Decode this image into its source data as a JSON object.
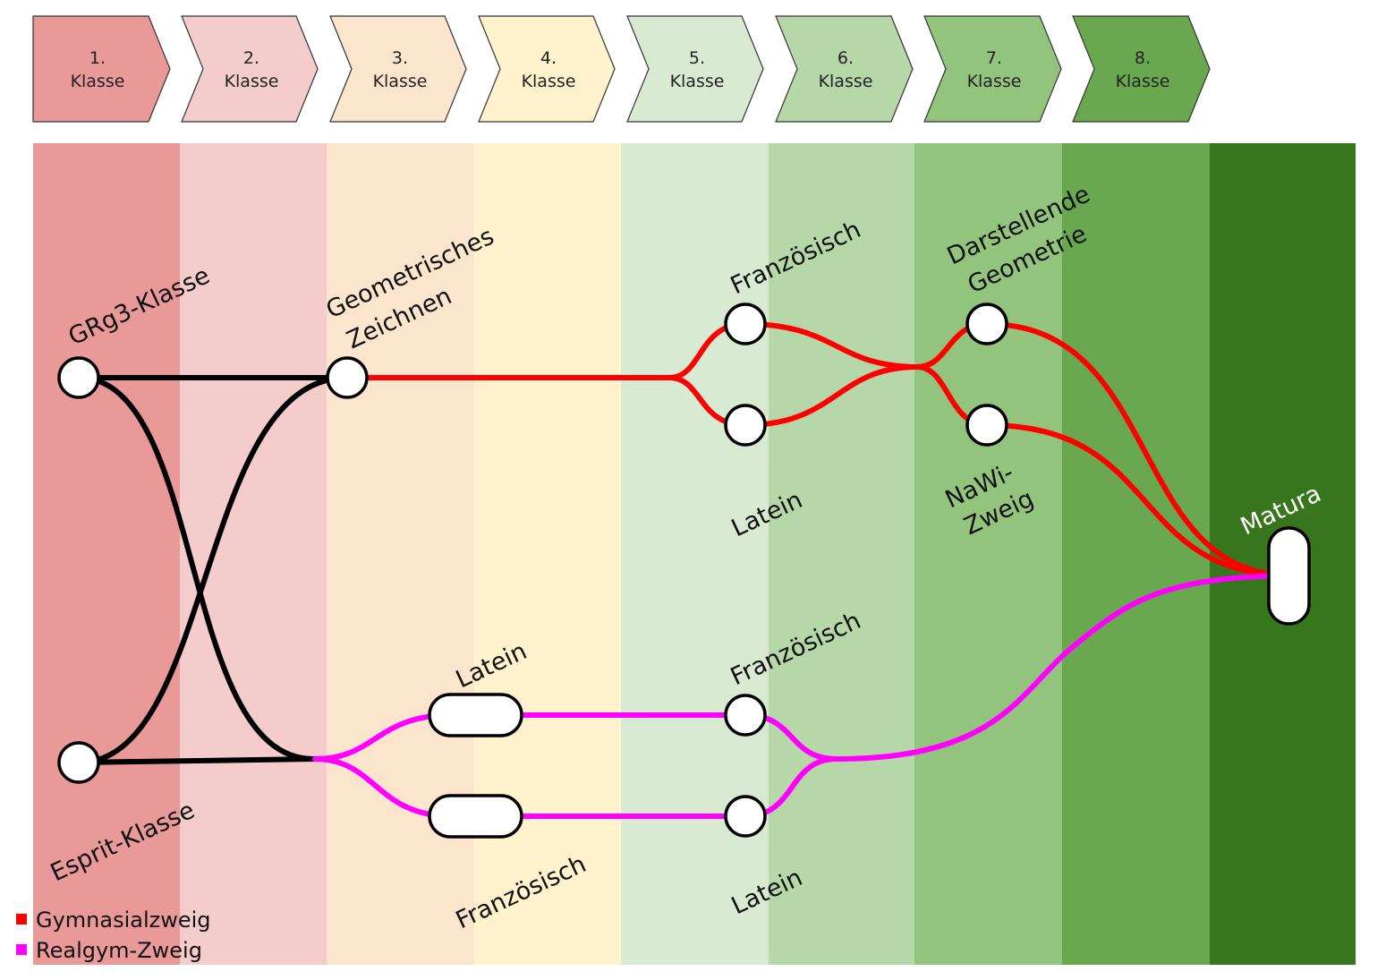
{
  "grades": [
    {
      "number": "1.",
      "word": "Klasse",
      "color": "#EA9999"
    },
    {
      "number": "2.",
      "word": "Klasse",
      "color": "#F4CCCC"
    },
    {
      "number": "3.",
      "word": "Klasse",
      "color": "#FCE5CD"
    },
    {
      "number": "4.",
      "word": "Klasse",
      "color": "#FFF2CC"
    },
    {
      "number": "5.",
      "word": "Klasse",
      "color": "#D9EAD3"
    },
    {
      "number": "6.",
      "word": "Klasse",
      "color": "#B6D7A8"
    },
    {
      "number": "7.",
      "word": "Klasse",
      "color": "#93C47D"
    },
    {
      "number": "8.",
      "word": "Klasse",
      "color": "#6AA84F"
    }
  ],
  "final_column_color": "#38761D",
  "labels": {
    "grg3": "GRg3-Klasse",
    "esprit": "Esprit-Klasse",
    "geo_line1": "Geometrisches",
    "geo_line2": "Zeichnen",
    "franz_top": "Französisch",
    "latein_top": "Latein",
    "dg_line1": "Darstellende",
    "dg_line2": "Geometrie",
    "nawi_line1": "NaWi-",
    "nawi_line2": "Zweig",
    "matura": "Matura",
    "latein_real3": "Latein",
    "franz_real3": "Französisch",
    "franz_real5": "Französisch",
    "latein_real5": "Latein"
  },
  "legend": {
    "gymnasial": {
      "label": "Gymnasialzweig",
      "color": "#FF0000"
    },
    "realgym": {
      "label": "Realgym-Zweig",
      "color": "#FF00FF"
    }
  }
}
